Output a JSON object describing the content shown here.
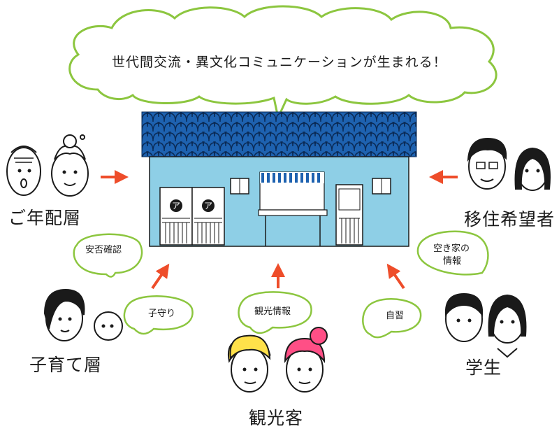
{
  "headline": "世代間交流・異文化コミュニケーションが生まれる！",
  "groups": {
    "seniors": "ご年配層",
    "movers": "移住希望者",
    "parents": "子育て層",
    "tourists": "観光客",
    "students": "学生"
  },
  "bubbles": {
    "safety_check": "安否確認",
    "childcare": "子守り",
    "tourism_info": "観光情報",
    "vacancy_info_line1": "空き家の",
    "vacancy_info_line2": "情報",
    "self_study": "自習"
  },
  "door_signs": [
    "ア",
    "ア"
  ],
  "colors": {
    "house_wall": "#8ecfe6",
    "roof": "#1e62b0",
    "arrow": "#ee4d2a",
    "bubble_outline": "#8cc63f",
    "tourist_hair_yellow": "#ffe14a",
    "tourist_hair_pink": "#ff4f86"
  }
}
